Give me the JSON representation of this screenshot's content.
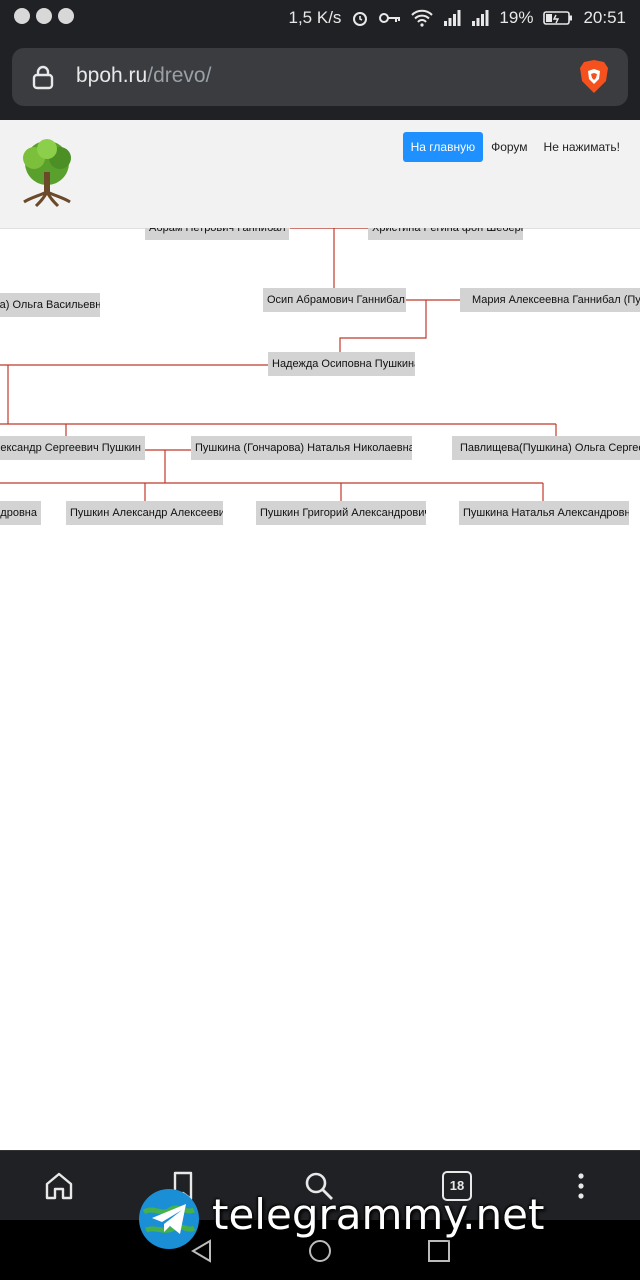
{
  "status_bar": {
    "speed": "1,5 K/s",
    "battery": "19%",
    "time": "20:51"
  },
  "address_bar": {
    "domain": "bpoh.ru",
    "path": "/drevo/"
  },
  "site_nav": {
    "items": [
      {
        "label": "На главную",
        "active": true
      },
      {
        "label": "Форум",
        "active": false
      },
      {
        "label": "Не нажимать!",
        "active": false
      }
    ],
    "accent_color": "#1e90ff"
  },
  "tree": {
    "line_color": "#c0392b",
    "nodes": {
      "abram": "Абрам Петрович Ганнибал",
      "khristina": "Христина Регина фон Шеберг",
      "olga_v": "(а) Ольга Васильевна",
      "osip": "Осип Абрамович Ганнибал",
      "maria": "Мария Алексеевна Ганнибал (Пушкина)",
      "nadezhda": "Надежда Осиповна Пушкина",
      "alexander_s": "Александр Сергеевич Пушкин",
      "natalia_n": "Пушкина (Гончарова) Наталья Николаевна",
      "olga_s": "Павлищева(Пушкина) Ольга Сергеевна",
      "maria_a": "Пушкина Мария Александровна",
      "alexander_a": "Пушкин Александр Алексеевич",
      "grigory": "Пушкин Григорий Александрович",
      "natalia_a": "Пушкина Наталья Александровна"
    }
  },
  "toolbar": {
    "tabs_count": "18"
  },
  "watermark": {
    "text": "telegrammy.net"
  }
}
